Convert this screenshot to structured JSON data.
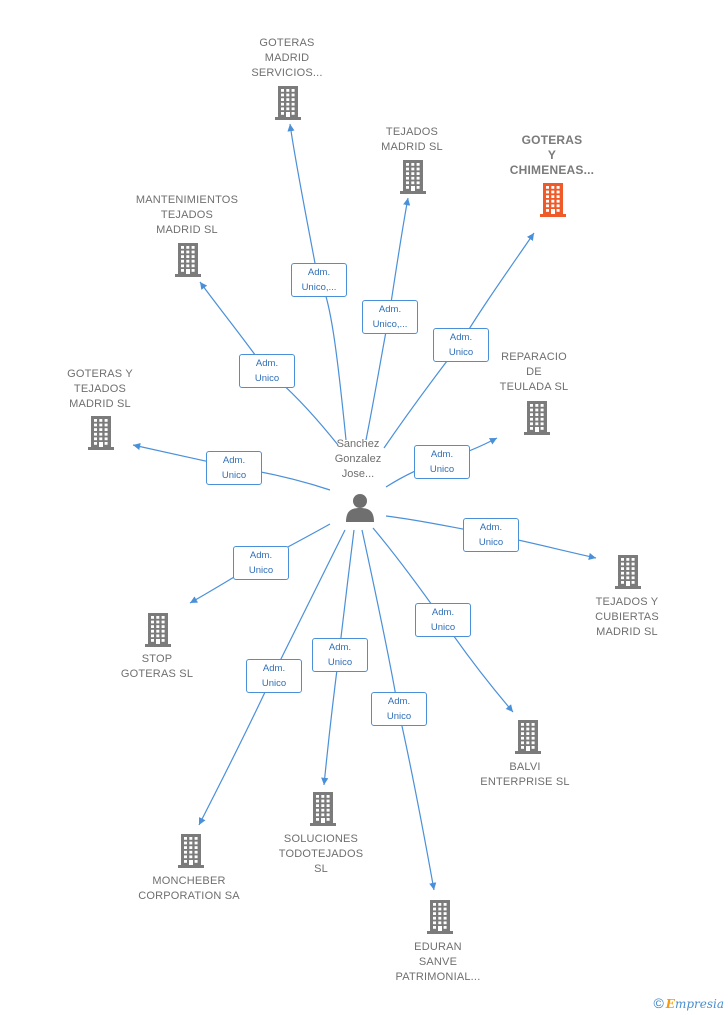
{
  "center": {
    "label": "Sanchez\nGonzalez\nJose..."
  },
  "companies": [
    {
      "id": "goteras-madrid-servicios",
      "label": "GOTERAS\nMADRID\nSERVICIOS...",
      "edge": "Adm.\nUnico,...",
      "highlight": false
    },
    {
      "id": "tejados-madrid",
      "label": "TEJADOS\nMADRID SL",
      "edge": "Adm.\nUnico,...",
      "highlight": false
    },
    {
      "id": "goteras-y-chimeneas",
      "label": "GOTERAS\nY\nCHIMENEAS...",
      "edge": "Adm.\nUnico",
      "highlight": true
    },
    {
      "id": "mantenimientos-tejados",
      "label": "MANTENIMIENTOS\nTEJADOS\nMADRID  SL",
      "edge": "Adm.\nUnico",
      "highlight": false
    },
    {
      "id": "reparacio-de-teulada",
      "label": "REPARACIO\nDE\nTEULADA  SL",
      "edge": "Adm.\nUnico",
      "highlight": false
    },
    {
      "id": "goteras-y-tejados",
      "label": "GOTERAS Y\nTEJADOS\nMADRID  SL",
      "edge": "Adm.\nUnico",
      "highlight": false
    },
    {
      "id": "tejados-y-cubiertas",
      "label": "TEJADOS Y\nCUBIERTAS\nMADRID  SL",
      "edge": "Adm.\nUnico",
      "highlight": false
    },
    {
      "id": "stop-goteras",
      "label": "STOP\nGOTERAS  SL",
      "edge": "Adm.\nUnico",
      "highlight": false
    },
    {
      "id": "balvi-enterprise",
      "label": "BALVI\nENTERPRISE SL",
      "edge": "Adm.\nUnico",
      "highlight": false
    },
    {
      "id": "moncheber-corporation",
      "label": "MONCHEBER\nCORPORATION SA",
      "edge": "Adm.\nUnico",
      "highlight": false
    },
    {
      "id": "soluciones-todotejados",
      "label": "SOLUCIONES\nTODOTEJADOS\nSL",
      "edge": "Adm.\nUnico",
      "highlight": false
    },
    {
      "id": "eduran-sanve",
      "label": "EDURAN\nSANVE\nPATRIMONIAL...",
      "edge": "Adm.\nUnico",
      "highlight": false
    }
  ],
  "colors": {
    "edge": "#4a90d9",
    "building": "#7b7b7b",
    "building_highlight": "#f05a28",
    "person": "#6f6f6f"
  },
  "footer": {
    "copyright": "©",
    "brand_initial": "E",
    "brand_rest": "mpresia"
  }
}
